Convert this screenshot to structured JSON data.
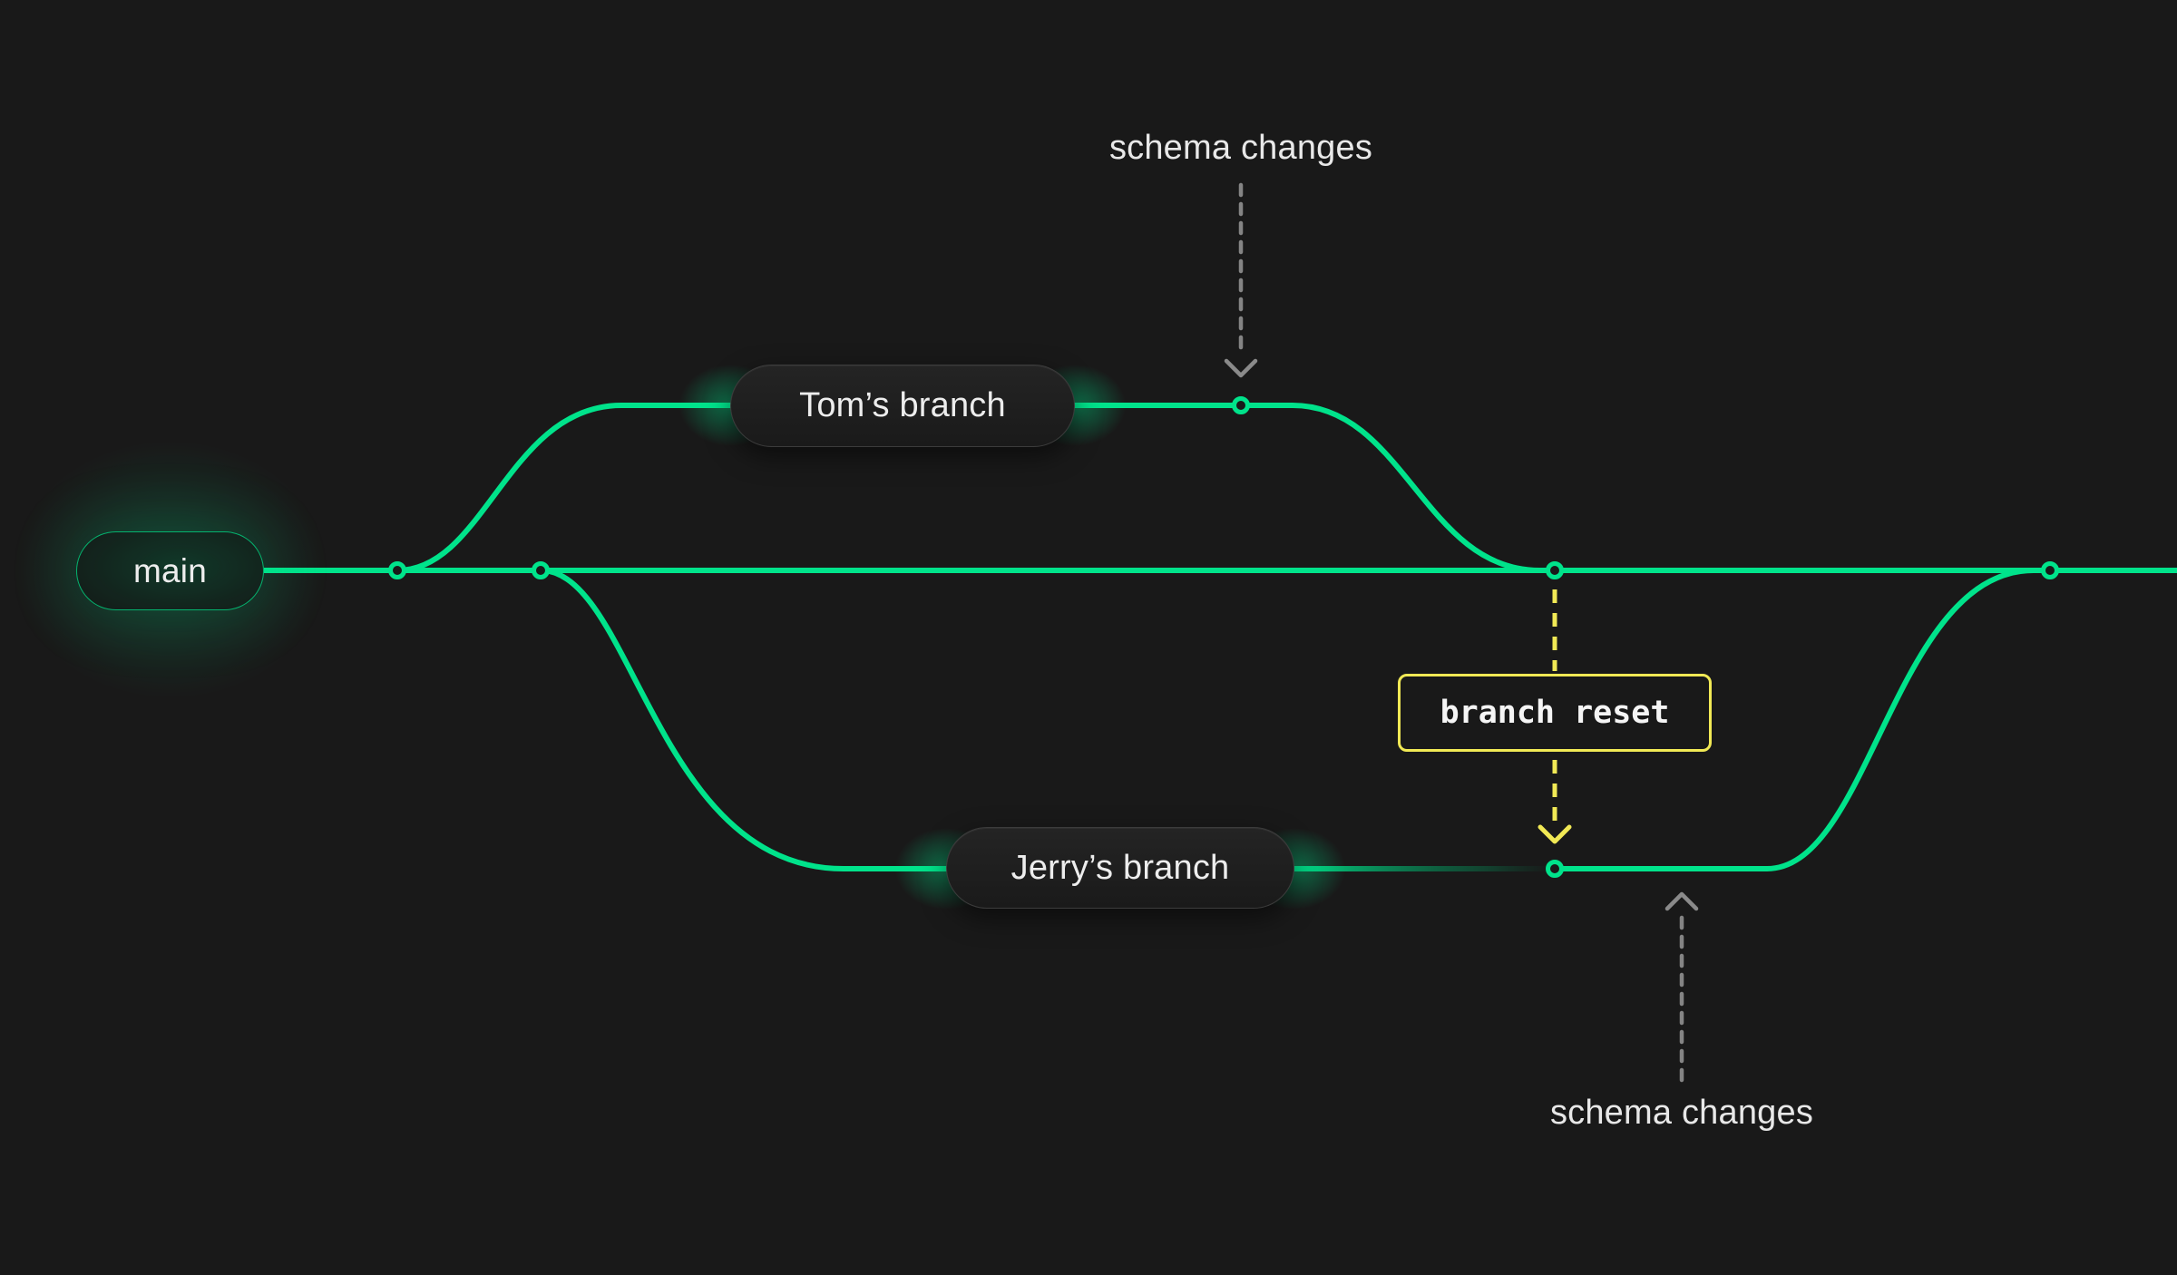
{
  "canvas": {
    "background": "#191919"
  },
  "colors": {
    "branch_green": "#00E38B",
    "reset_yellow": "#F1E955",
    "annotation_gray": "#848484",
    "label_text": "#EDEDED"
  },
  "labels": {
    "main": "main",
    "tom": "Tom’s branch",
    "jerry": "Jerry’s branch",
    "branch_reset": "branch reset",
    "schema_changes_top": "schema changes",
    "schema_changes_bottom": "schema changes"
  }
}
